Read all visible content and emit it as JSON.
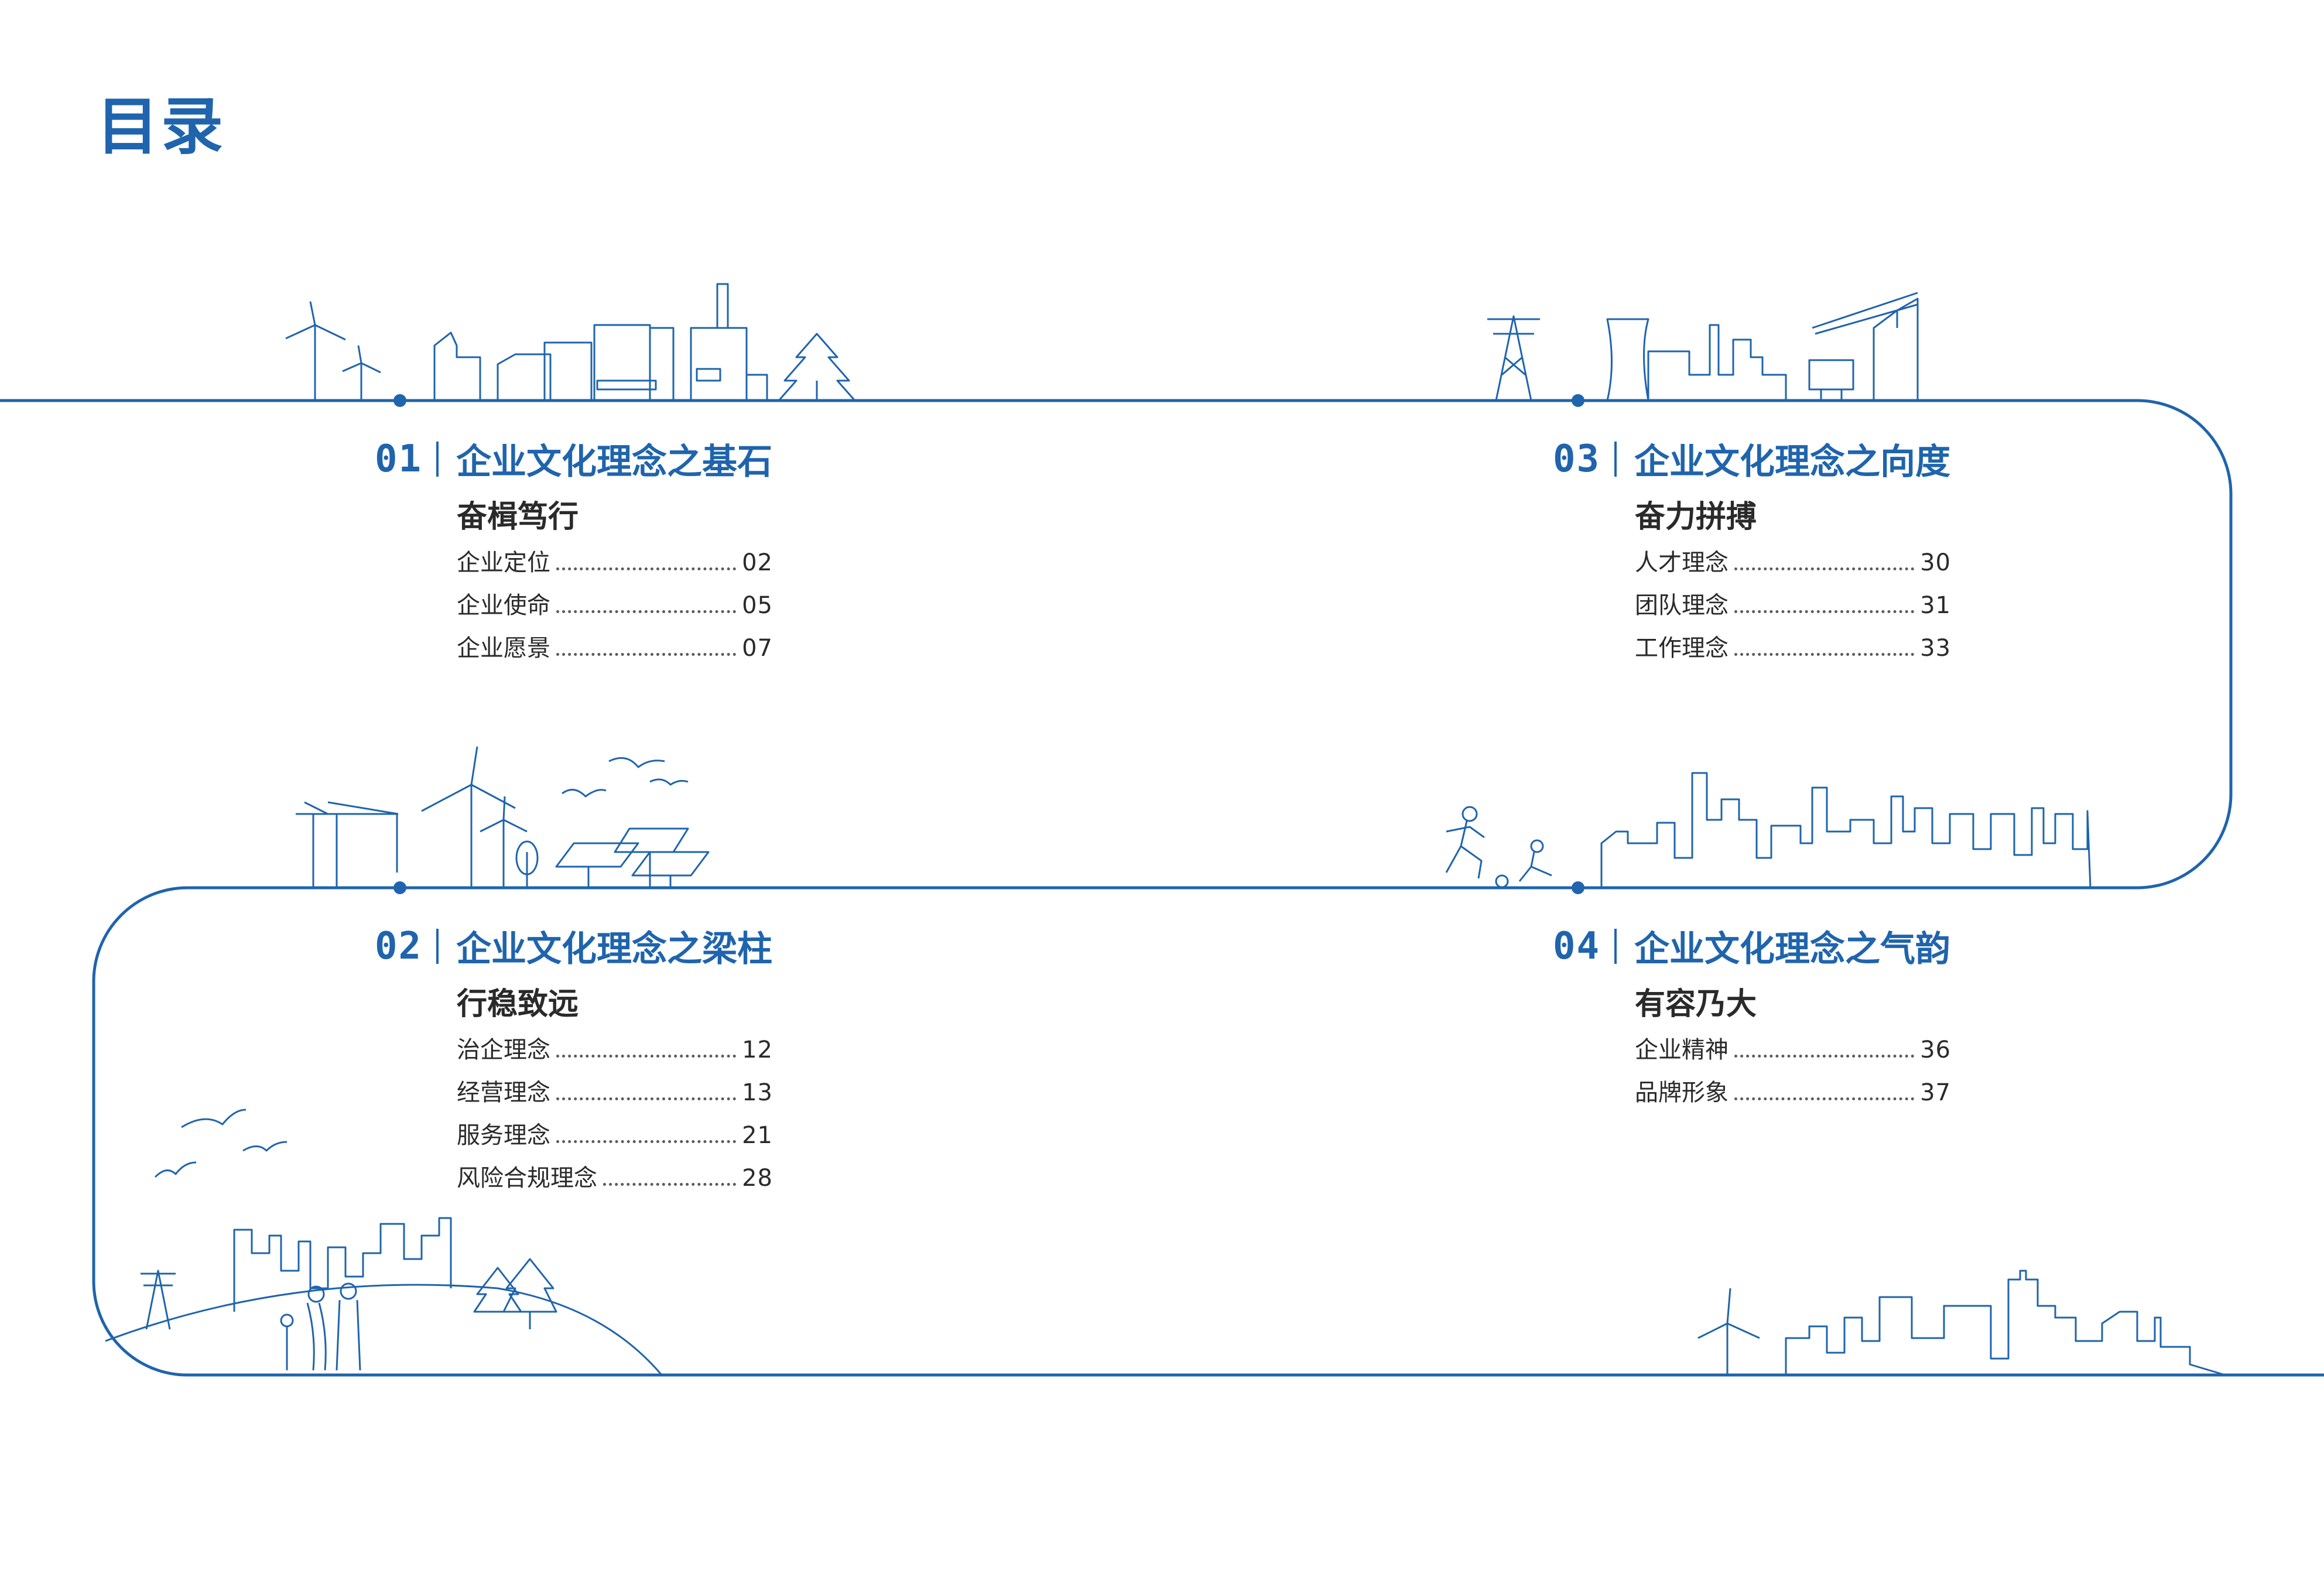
{
  "page_title": "目录",
  "colors": {
    "accent": "#1f64ad",
    "text": "#2a2a2a",
    "line": "#1f64ad"
  },
  "sections": [
    {
      "number": "01",
      "title": "企业文化理念之基石",
      "subtitle": "奋楫笃行",
      "items": [
        {
          "label": "企业定位",
          "page": "02"
        },
        {
          "label": "企业使命",
          "page": "05"
        },
        {
          "label": "企业愿景",
          "page": "07"
        }
      ]
    },
    {
      "number": "02",
      "title": "企业文化理念之梁柱",
      "subtitle": "行稳致远",
      "items": [
        {
          "label": "治企理念",
          "page": "12"
        },
        {
          "label": "经营理念",
          "page": "13"
        },
        {
          "label": "服务理念",
          "page": "21"
        },
        {
          "label": "风险合规理念",
          "page": "28"
        }
      ]
    },
    {
      "number": "03",
      "title": "企业文化理念之向度",
      "subtitle": "奋力拼搏",
      "items": [
        {
          "label": "人才理念",
          "page": "30"
        },
        {
          "label": "团队理念",
          "page": "31"
        },
        {
          "label": "工作理念",
          "page": "33"
        }
      ]
    },
    {
      "number": "04",
      "title": "企业文化理念之气韵",
      "subtitle": "有容乃大",
      "items": [
        {
          "label": "企业精神",
          "page": "36"
        },
        {
          "label": "品牌形象",
          "page": "37"
        }
      ]
    }
  ]
}
